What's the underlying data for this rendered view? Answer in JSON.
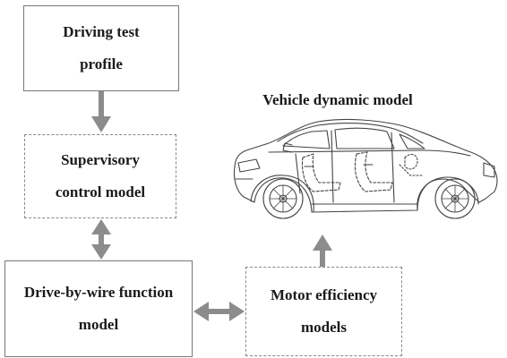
{
  "blocks": {
    "driving_test_profile": [
      "Driving test",
      "profile"
    ],
    "supervisory_control_model": [
      "Supervisory",
      "control model"
    ],
    "drive_by_wire_function_model": [
      "Drive-by-wire function",
      "model"
    ],
    "motor_efficiency_models": [
      "Motor efficiency",
      "models"
    ]
  },
  "vehicle_label": "Vehicle dynamic model",
  "colors": {
    "box_border": "#777777",
    "arrow": "#8c8c8c",
    "text": "#1a1a1a",
    "car_line": "#444444"
  },
  "icons": [
    "arrow-down-icon",
    "arrow-bidirectional-vertical-icon",
    "arrow-bidirectional-horizontal-icon",
    "arrow-up-icon",
    "car-icon"
  ]
}
